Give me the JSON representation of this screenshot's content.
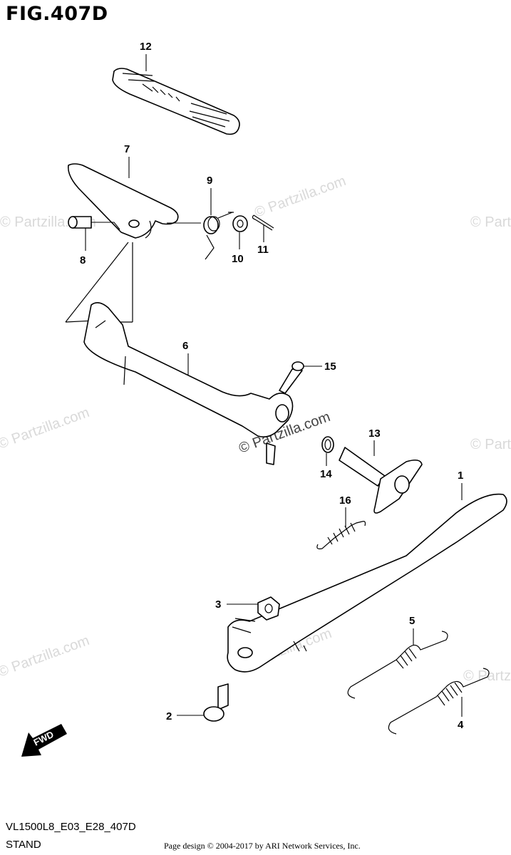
{
  "figure": {
    "title": "FIG.407D",
    "reference": "VL1500L8_E03_E28_407D",
    "section": "STAND",
    "copyright": "Page design © 2004-2017 by ARI Network Services, Inc."
  },
  "callouts": {
    "c1": "1",
    "c2": "2",
    "c3": "3",
    "c4": "4",
    "c5": "5",
    "c6": "6",
    "c7": "7",
    "c8": "8",
    "c9": "9",
    "c10": "10",
    "c11": "11",
    "c12": "12",
    "c13": "13",
    "c14": "14",
    "c15": "15",
    "c16": "16"
  },
  "direction_label": "FWD",
  "watermarks": {
    "w1": "© Partzilla.com",
    "w2": "© Partzilla.com",
    "w3": "© Partzilla.com",
    "w4": "© Partzilla.com",
    "w5": "© Partzilla.com",
    "w6": "© Partzilla.com",
    "w7": "© Partzilla.com",
    "w8": "© Partzilla.com",
    "center": "© Partzilla.com"
  }
}
